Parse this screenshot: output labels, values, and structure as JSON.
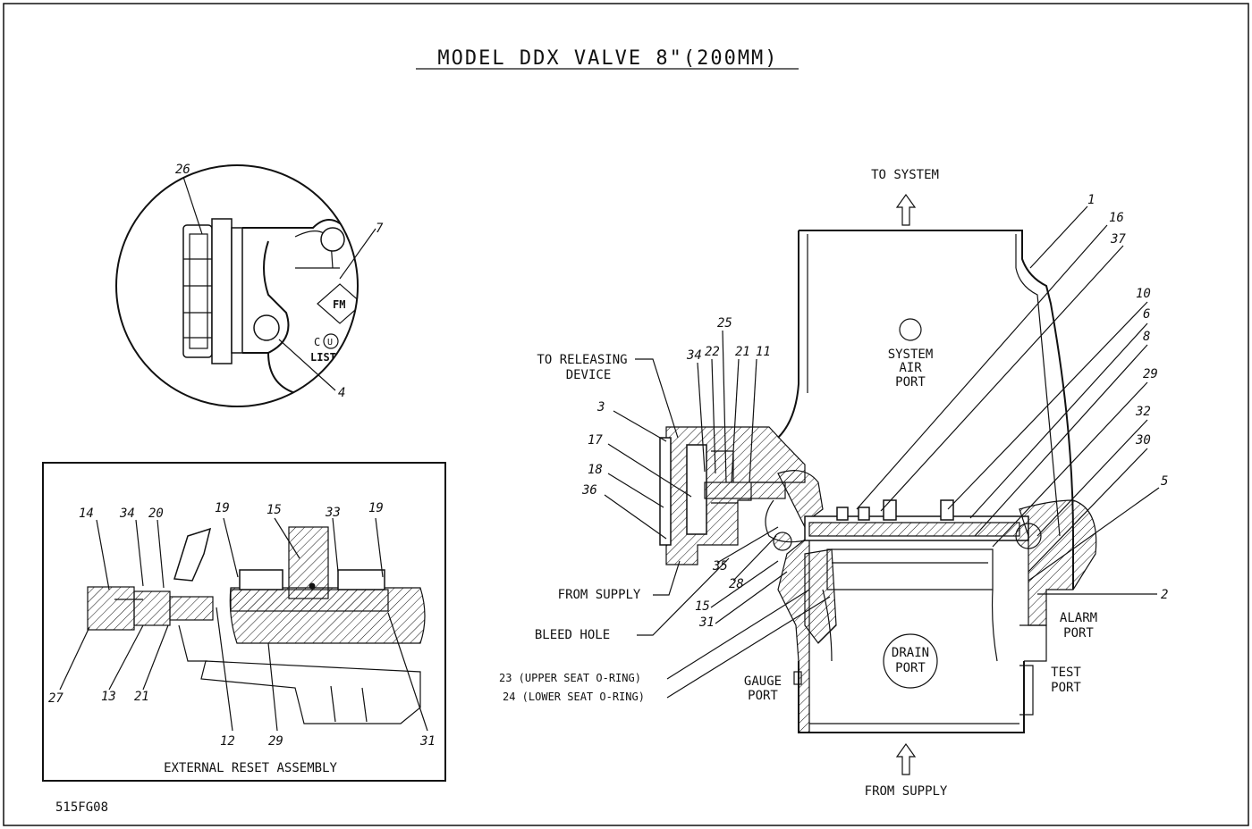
{
  "title": "MODEL DDX VALVE 8\"(200MM)",
  "drawing_code": "515FG08",
  "inset_caption": "EXTERNAL RESET ASSEMBLY",
  "flow_labels": {
    "to_system": "TO SYSTEM",
    "from_supply_bottom": "FROM SUPPLY",
    "from_supply_left": "FROM SUPPLY",
    "to_releasing_device_1": "TO RELEASING",
    "to_releasing_device_2": "DEVICE",
    "bleed_hole": "BLEED HOLE"
  },
  "port_labels": {
    "system_air_1": "SYSTEM",
    "system_air_2": "AIR",
    "system_air_3": "PORT",
    "drain_1": "DRAIN",
    "drain_2": "PORT",
    "gauge_1": "GAUGE",
    "gauge_2": "PORT",
    "alarm_1": "ALARM",
    "alarm_2": "PORT",
    "test_1": "TEST",
    "test_2": "PORT"
  },
  "oring_labels": {
    "upper": "23 (UPPER SEAT O-RING)",
    "lower": "24 (LOWER SEAT O-RING)"
  },
  "badges": {
    "fm": "FM",
    "ul_c": "C",
    "ul_u": "U",
    "listed": "LIST"
  },
  "detail_callouts": [
    "26",
    "7",
    "4"
  ],
  "reset_callouts": [
    "14",
    "34",
    "20",
    "19",
    "15",
    "33",
    "19",
    "27",
    "13",
    "21",
    "12",
    "29",
    "31"
  ],
  "main_callouts": [
    "1",
    "16",
    "37",
    "10",
    "6",
    "8",
    "29",
    "32",
    "30",
    "5",
    "2",
    "25",
    "34",
    "22",
    "21",
    "11",
    "3",
    "17",
    "18",
    "36",
    "35",
    "28",
    "15",
    "31"
  ]
}
